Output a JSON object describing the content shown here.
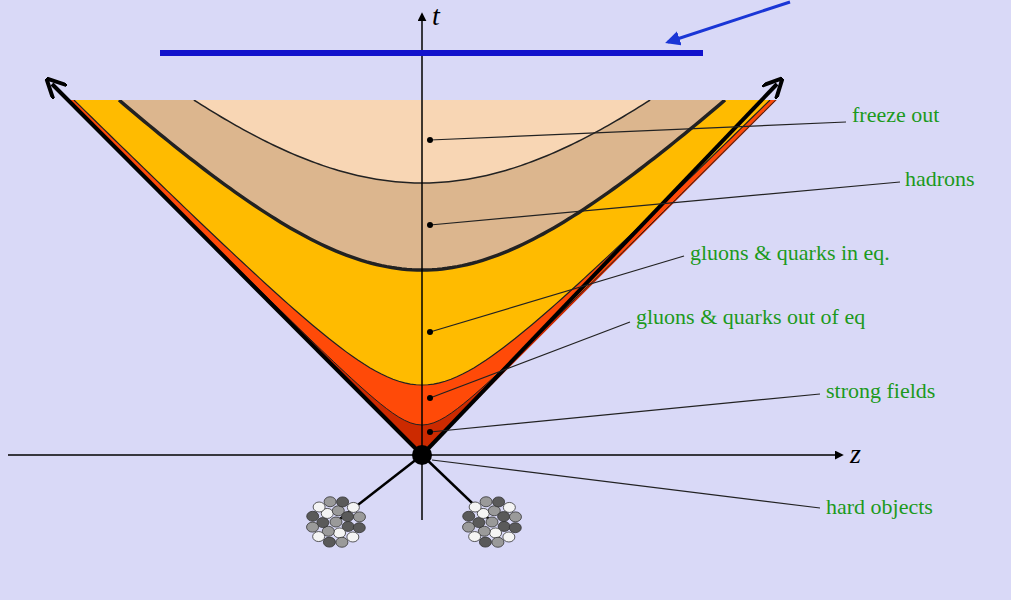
{
  "diagram": {
    "labels": [
      "t",
      "z",
      "freeze out",
      "hadrons",
      "gluons & quarks in eq.",
      "gluons & quarks out of eq",
      "strong fields",
      "hard objects"
    ]
  }
}
